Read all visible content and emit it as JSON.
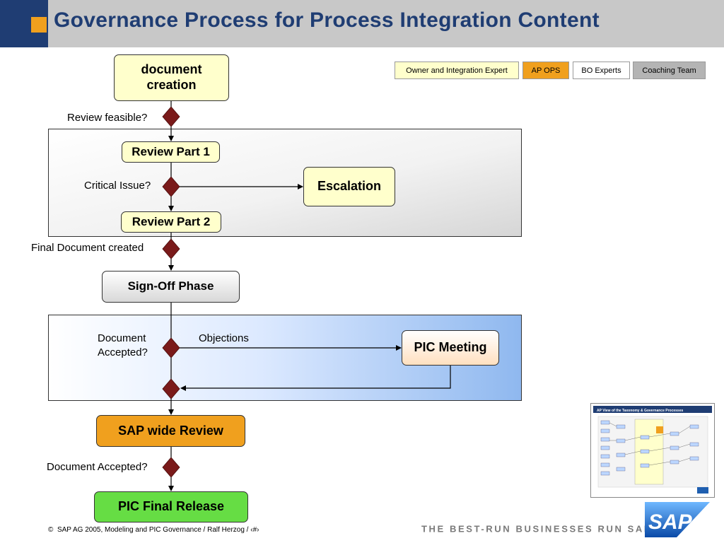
{
  "header": {
    "title": "Governance Process for Process Integration Content"
  },
  "legend": {
    "owner": "Owner and Integration Expert",
    "ap_ops": "AP OPS",
    "bo_experts": "BO Experts",
    "coaching_team": "Coaching Team"
  },
  "nodes": {
    "document_creation": "document creation",
    "review_part_1": "Review Part 1",
    "escalation": "Escalation",
    "review_part_2": "Review Part 2",
    "sign_off_phase": "Sign-Off Phase",
    "pic_meeting": "PIC Meeting",
    "sap_wide_review": "SAP wide Review",
    "pic_final_release": "PIC Final Release"
  },
  "labels": {
    "review_feasible": "Review feasible?",
    "critical_issue": "Critical Issue?",
    "final_document_created": "Final Document created",
    "document_accepted_1": "Document Accepted?",
    "objections": "Objections",
    "document_accepted_2": "Document Accepted?"
  },
  "thumbnail": {
    "title": "AP View of the Taxonomy & Governance Processes"
  },
  "footer": {
    "copyright_symbol": "©",
    "copyright": "SAP AG 2005, Modeling and PIC Governance / Ralf Herzog / ‹#›",
    "tagline": "THE BEST-RUN BUSINESSES RUN SAP",
    "tagline_mark": "™",
    "logo_text": "SAP",
    "logo_mark": "®"
  },
  "colors": {
    "title": "#1f3d73",
    "owner": "#ffffcc",
    "ap_ops": "#f0a01e",
    "bo_experts": "#ffffff",
    "coaching_team": "#b4b4b4",
    "decision": "#7a1a1a",
    "final_release": "#66dd44"
  }
}
